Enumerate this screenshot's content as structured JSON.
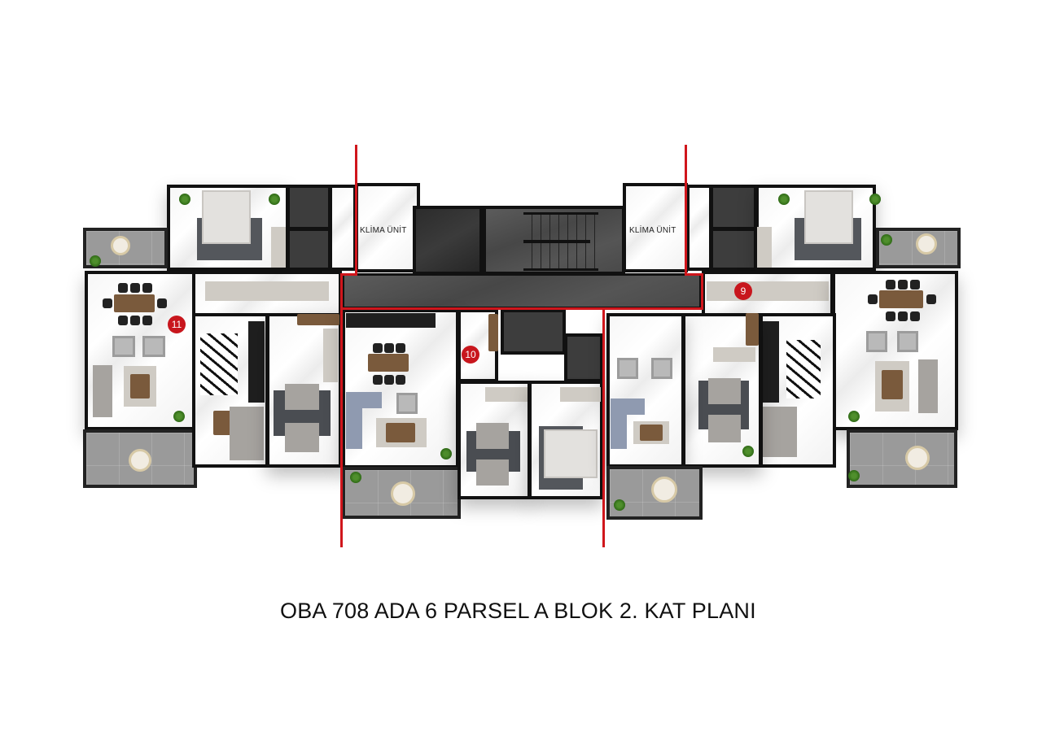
{
  "plan": {
    "title": "OBA 708 ADA 6 PARSEL A BLOK 2. KAT PLANI",
    "accent_color": "#d0161c",
    "units": [
      {
        "id": "unit-11",
        "number": "11",
        "side": "left"
      },
      {
        "id": "unit-10",
        "number": "10",
        "side": "center"
      },
      {
        "id": "unit-9",
        "number": "9",
        "side": "right"
      }
    ],
    "labels": {
      "klima_left": "KLİMA ÜNİT",
      "klima_right": "KLİMA ÜNİT"
    },
    "core": {
      "elevator": "elevator",
      "stairs": "stairs"
    }
  }
}
